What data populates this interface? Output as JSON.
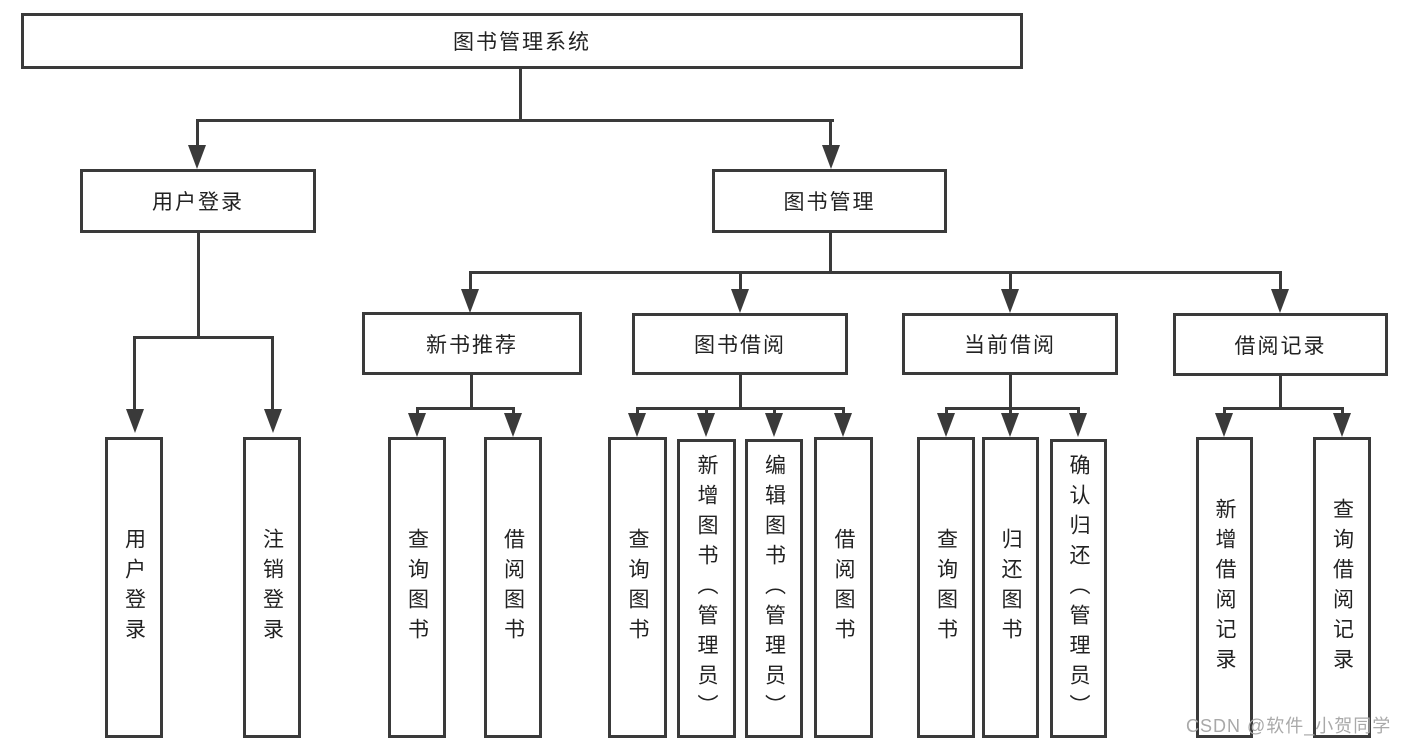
{
  "diagram": {
    "root": {
      "label": "图书管理系统"
    },
    "branches": [
      {
        "label": "用户登录",
        "children": [
          {
            "label": "用户登录"
          },
          {
            "label": "注销登录"
          }
        ]
      },
      {
        "label": "图书管理",
        "children": [
          {
            "label": "新书推荐",
            "children": [
              {
                "label": "查询图书"
              },
              {
                "label": "借阅图书"
              }
            ]
          },
          {
            "label": "图书借阅",
            "children": [
              {
                "label": "查询图书"
              },
              {
                "label": "新增图书（管理员）"
              },
              {
                "label": "编辑图书（管理员）"
              },
              {
                "label": "借阅图书"
              }
            ]
          },
          {
            "label": "当前借阅",
            "children": [
              {
                "label": "查询图书"
              },
              {
                "label": "归还图书"
              },
              {
                "label": "确认归还（管理员）"
              }
            ]
          },
          {
            "label": "借阅记录",
            "children": [
              {
                "label": "新增借阅记录"
              },
              {
                "label": "查询借阅记录"
              }
            ]
          }
        ]
      }
    ]
  },
  "watermark": {
    "text": "CSDN @软件_小贺同学"
  },
  "colors": {
    "line": "#3a3a3a",
    "text": "#222222",
    "background": "#ffffff",
    "watermark": "#a9a9a9"
  }
}
